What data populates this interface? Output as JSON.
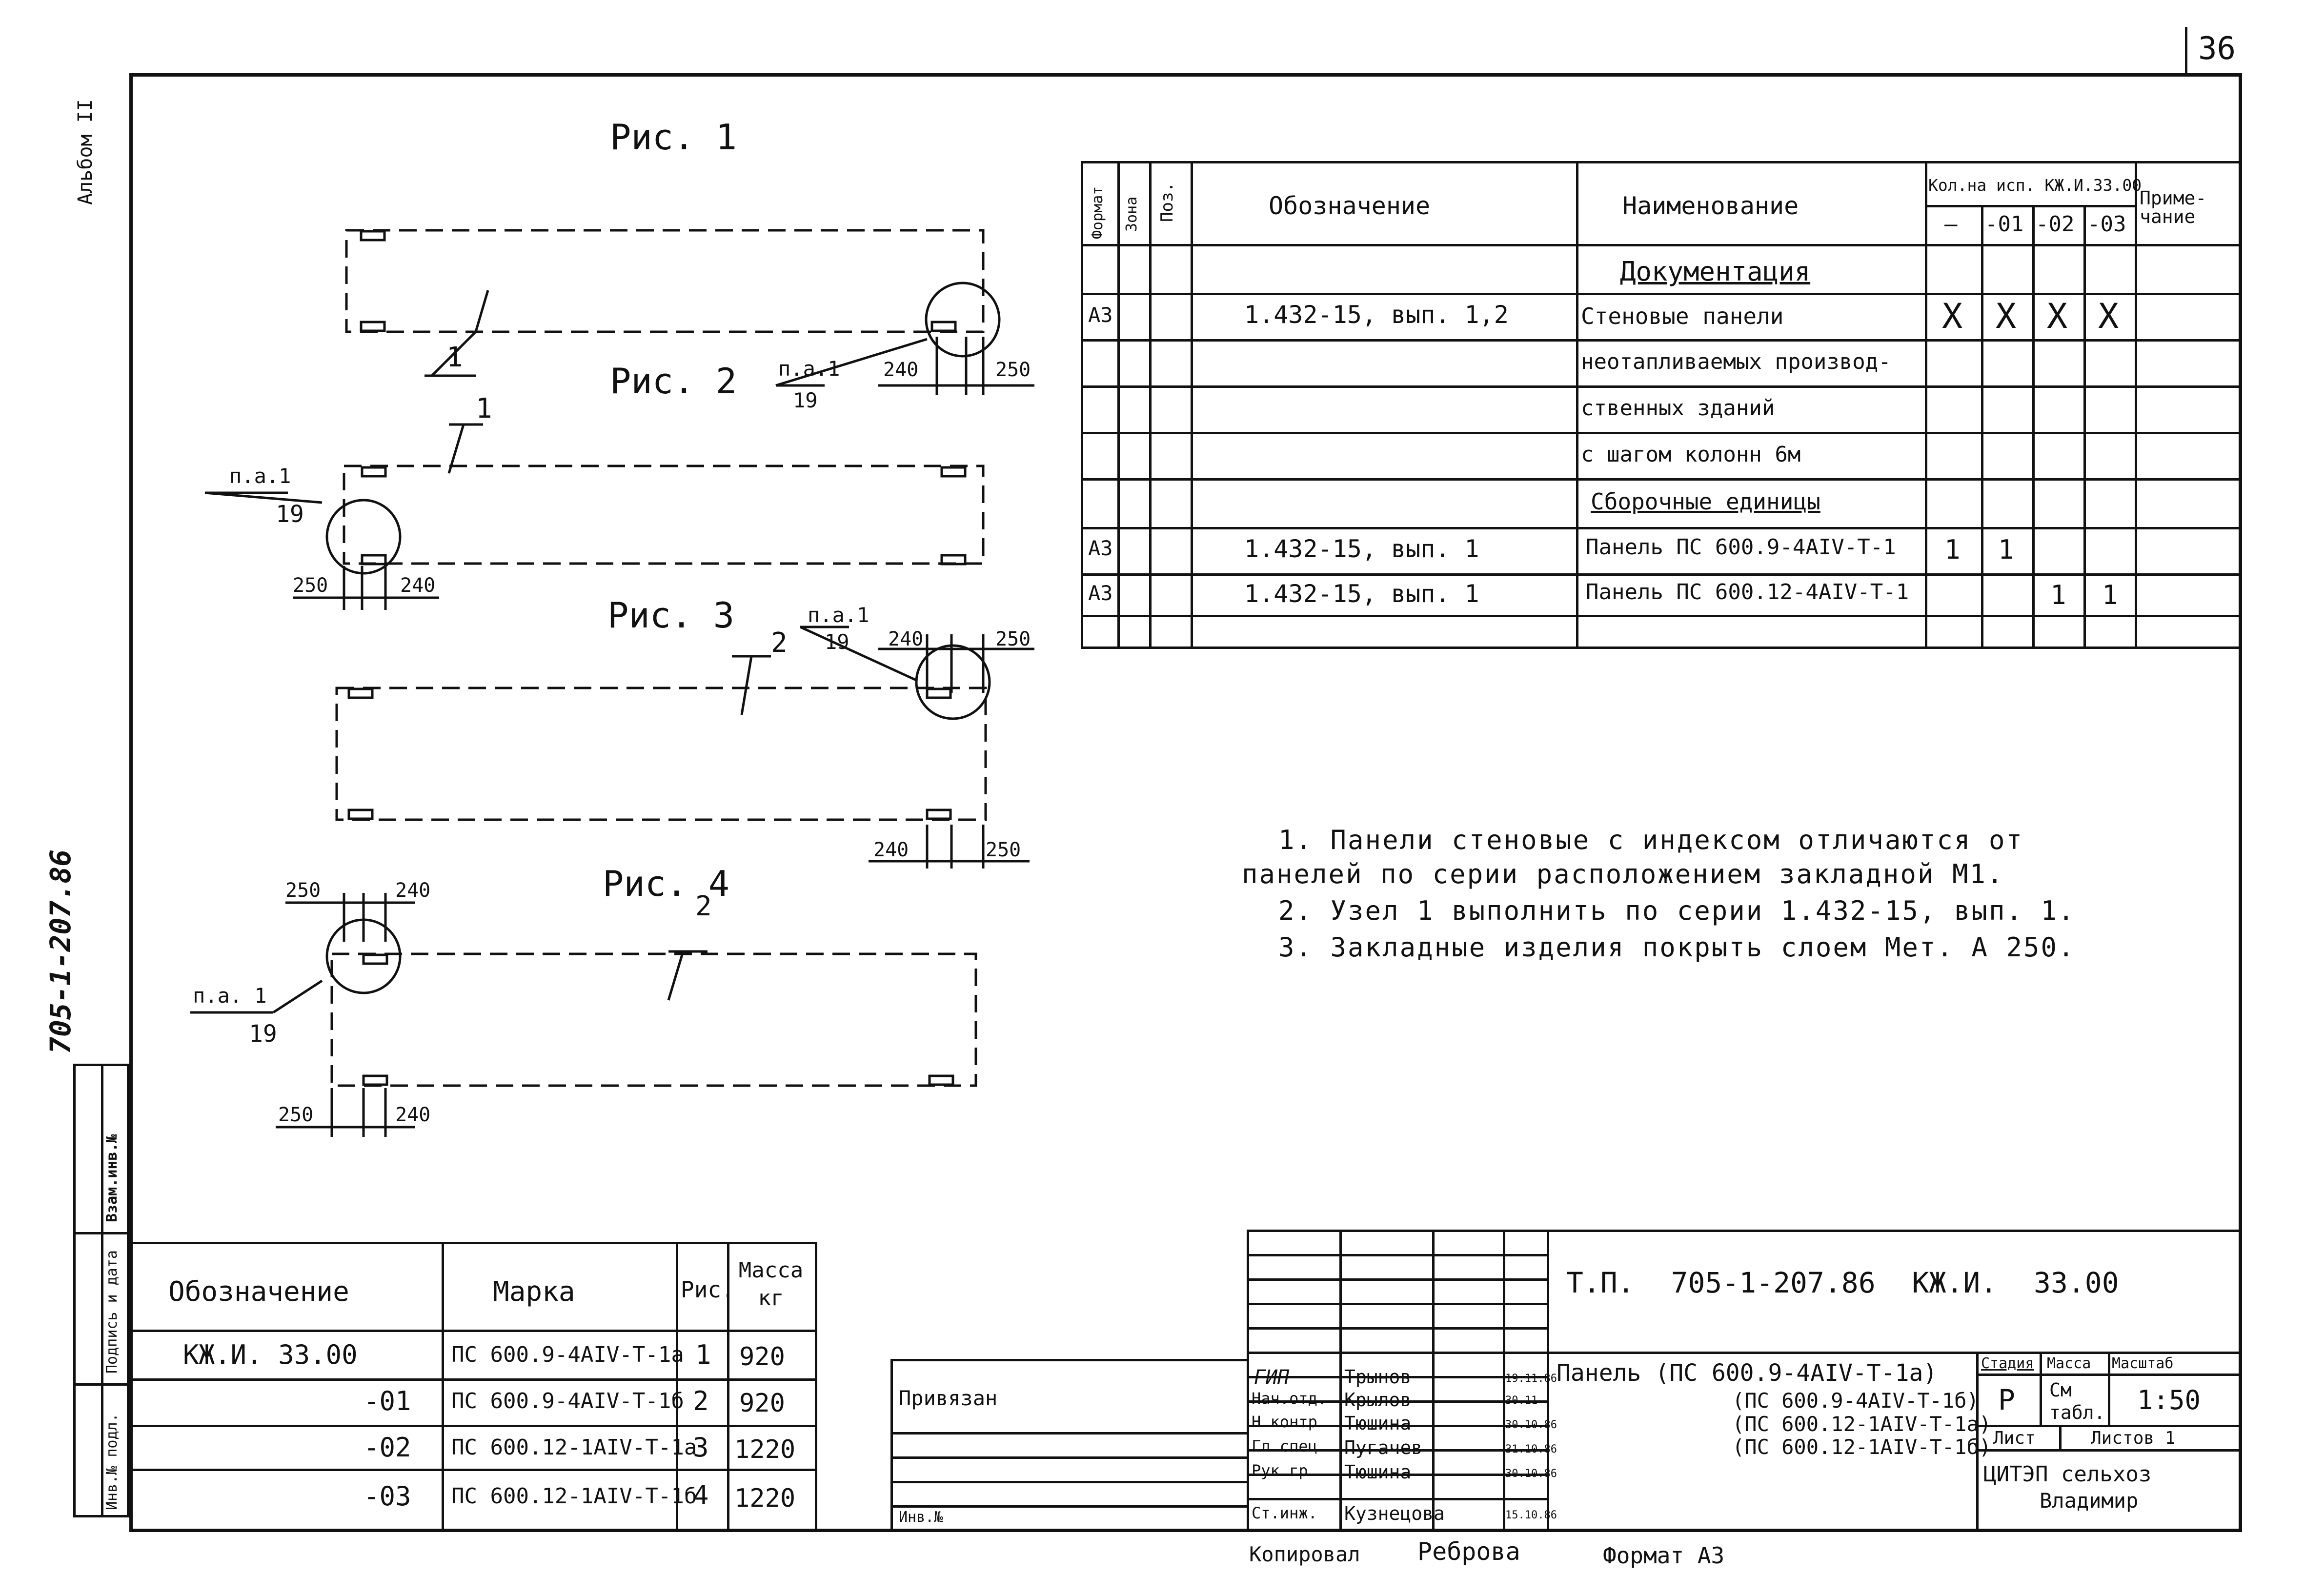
{
  "page_number": "36",
  "album_label": "Альбом II",
  "side_code": "705-1-207.86",
  "side_stamps": [
    "Взам.инв.№",
    "Подпись и дата",
    "Инв.№ подл."
  ],
  "figures": [
    {
      "title": "Рис. 1",
      "leader_num": "1",
      "node_label": "п.а.1",
      "node_sheet": "19",
      "dim_a": "240",
      "dim_b": "250"
    },
    {
      "title": "Рис. 2",
      "leader_num": "1",
      "node_label": "п.а.1",
      "node_sheet": "19",
      "dim_a": "250",
      "dim_b": "240"
    },
    {
      "title": "Рис. 3",
      "leader_num": "2",
      "node_label": "п.а.1",
      "node_sheet": "19",
      "dim_a": "240",
      "dim_b": "250",
      "dim_c": "240",
      "dim_d": "250"
    },
    {
      "title": "Рис. 4",
      "leader_num": "2",
      "node_label": "п.а. 1",
      "node_sheet": "19",
      "dim_a": "250",
      "dim_b": "240",
      "dim_c": "250",
      "dim_d": "240"
    }
  ],
  "spec_table": {
    "headers": {
      "format": "Формат",
      "zone": "Зона",
      "pos": "Поз.",
      "designation": "Обозначение",
      "name": "Наименование",
      "qty_group": "Кол.на исп. КЖ.И.33.00",
      "qty_cols": [
        "—",
        "-01",
        "-02",
        "-03"
      ],
      "note": "Приме-чание"
    },
    "rows": [
      {
        "format": "",
        "designation": "",
        "name": "Документация",
        "underline": true,
        "qty": [
          "",
          "",
          "",
          ""
        ]
      },
      {
        "format": "А3",
        "designation": "1.432-15, вып. 1,2",
        "name": "Стеновые панели",
        "qty": [
          "X",
          "X",
          "X",
          "X"
        ]
      },
      {
        "format": "",
        "designation": "",
        "name": "неотапливаемых производ-",
        "qty": [
          "",
          "",
          "",
          ""
        ]
      },
      {
        "format": "",
        "designation": "",
        "name": "ственных зданий",
        "qty": [
          "",
          "",
          "",
          ""
        ]
      },
      {
        "format": "",
        "designation": "",
        "name": "с шагом колонн 6м",
        "qty": [
          "",
          "",
          "",
          ""
        ]
      },
      {
        "format": "",
        "designation": "",
        "name": "Сборочные единицы",
        "underline": true,
        "qty": [
          "",
          "",
          "",
          ""
        ]
      },
      {
        "format": "А3",
        "designation": "1.432-15, вып. 1",
        "name": "Панель ПС 600.9-4АIV-Т-1",
        "qty": [
          "1",
          "1",
          "",
          ""
        ]
      },
      {
        "format": "А3",
        "designation": "1.432-15, вып. 1",
        "name": "Панель ПС 600.12-4АIV-Т-1",
        "qty": [
          "",
          "",
          "1",
          "1"
        ]
      },
      {
        "format": "",
        "designation": "",
        "name": "",
        "qty": [
          "",
          "",
          "",
          ""
        ]
      }
    ]
  },
  "notes": [
    "1. Панели стеновые с индексом отличаются от",
    "панелей по серии расположением закладной М1.",
    "2. Узел 1 выполнить по серии 1.432-15, вып. 1.",
    "3. Закладные изделия покрыть слоем Мет. А 250."
  ],
  "mark_table": {
    "headers": {
      "designation": "Обозначение",
      "mark": "Марка",
      "fig": "Рис.",
      "mass": "Масса кг"
    },
    "rows": [
      {
        "designation": "КЖ.И. 33.00",
        "mark": "ПС 600.9-4АIV-Т-1а",
        "fig": "1",
        "mass": "920"
      },
      {
        "designation": "-01",
        "mark": "ПС 600.9-4АIV-Т-1б",
        "fig": "2",
        "mass": "920"
      },
      {
        "designation": "-02",
        "mark": "ПС 600.12-1АIV-Т-1а",
        "fig": "3",
        "mass": "1220"
      },
      {
        "designation": "-03",
        "mark": "ПС 600.12-1АIV-Т-1б",
        "fig": "4",
        "mass": "1220"
      }
    ]
  },
  "binding": {
    "label": "Привязан",
    "inv": "Инв.№"
  },
  "title_block": {
    "code": "Т.П. 705-1-207.86 КЖ.И. 33.00",
    "product_lines": [
      "Панель (ПС 600.9-4АIV-Т-1а)",
      "(ПС 600.9-4АIV-Т-1б)",
      "(ПС 600.12-1АIV-Т-1а)",
      "(ПС 600.12-1АIV-Т-1б)"
    ],
    "stage_label": "Стадия",
    "mass_label": "Масса",
    "scale_label": "Масштаб",
    "stage": "Р",
    "mass": "См табл.",
    "scale": "1:50",
    "sheet_label": "Лист",
    "sheets_label": "Листов 1",
    "org_line1": "ЦИТЭП сельхоз",
    "org_line2": "Владимир",
    "people": [
      {
        "role": "ГИП",
        "name": "Трынов",
        "date": "19.11.86"
      },
      {
        "role": "Нач.отд.",
        "name": "Крылов",
        "date": "30.11"
      },
      {
        "role": "Н.контр.",
        "name": "Тюшина",
        "date": "30.10.86"
      },
      {
        "role": "Гл.спец.",
        "name": "Пугачев",
        "date": "31.10.86"
      },
      {
        "role": "Рук.гр.",
        "name": "Тюшина",
        "date": "30.10.86"
      },
      {
        "role": "Ст.инж.",
        "name": "Кузнецова",
        "date": "15.10.86"
      }
    ]
  },
  "footer": {
    "copied_label": "Копировал",
    "copied_by": "Реброва",
    "format": "Формат А3"
  }
}
